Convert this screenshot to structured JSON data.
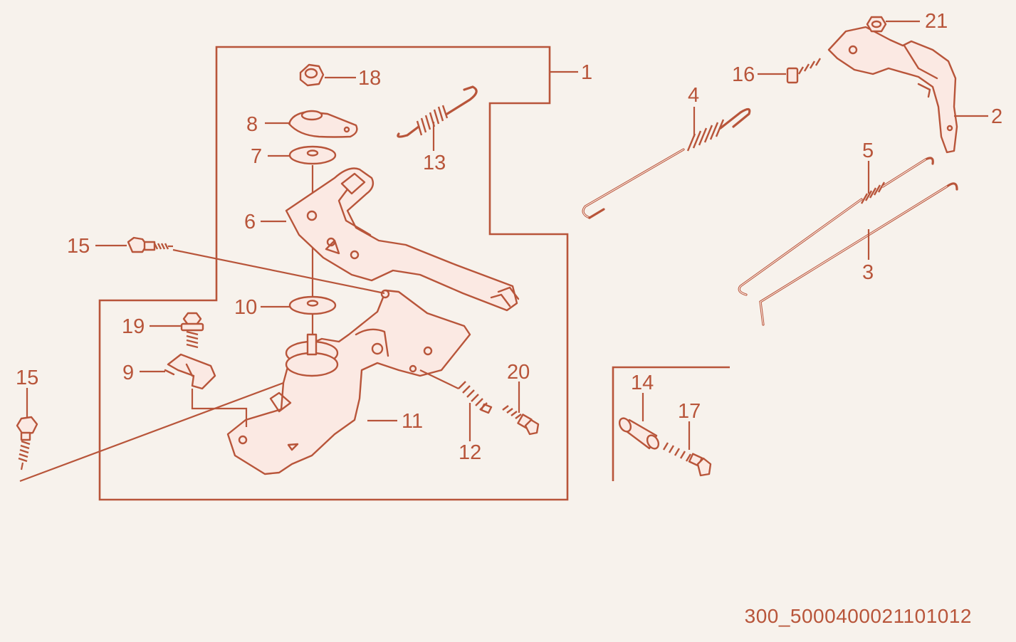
{
  "diagram": {
    "drawing_code": "300_5000400021101012",
    "callouts": [
      {
        "id": "c1",
        "label": "1"
      },
      {
        "id": "c2",
        "label": "2"
      },
      {
        "id": "c3",
        "label": "3"
      },
      {
        "id": "c4",
        "label": "4"
      },
      {
        "id": "c5",
        "label": "5"
      },
      {
        "id": "c6",
        "label": "6"
      },
      {
        "id": "c7",
        "label": "7"
      },
      {
        "id": "c8",
        "label": "8"
      },
      {
        "id": "c9",
        "label": "9"
      },
      {
        "id": "c10",
        "label": "10"
      },
      {
        "id": "c11",
        "label": "11"
      },
      {
        "id": "c12",
        "label": "12"
      },
      {
        "id": "c13",
        "label": "13"
      },
      {
        "id": "c14",
        "label": "14"
      },
      {
        "id": "c15a",
        "label": "15"
      },
      {
        "id": "c15b",
        "label": "15"
      },
      {
        "id": "c16",
        "label": "16"
      },
      {
        "id": "c17",
        "label": "17"
      },
      {
        "id": "c18",
        "label": "18"
      },
      {
        "id": "c19",
        "label": "19"
      },
      {
        "id": "c20",
        "label": "20"
      },
      {
        "id": "c21",
        "label": "21"
      }
    ],
    "line_color": "#b8553a",
    "background_color": "#f7f2ec"
  }
}
